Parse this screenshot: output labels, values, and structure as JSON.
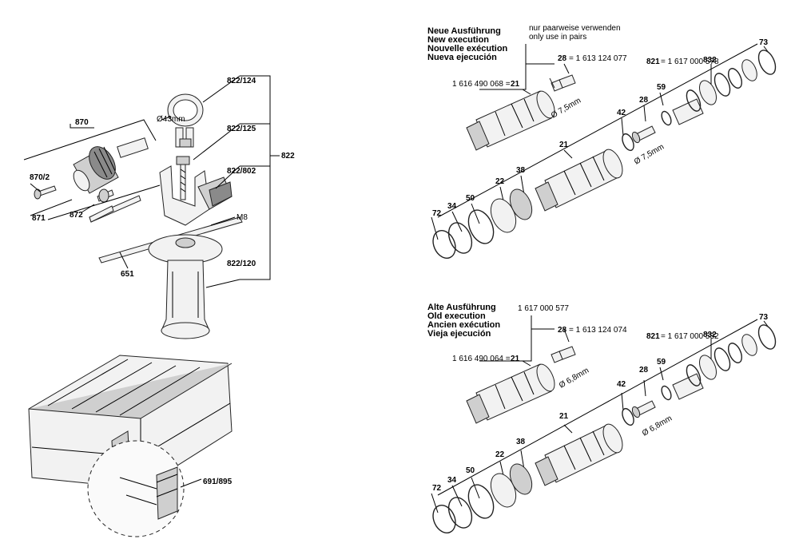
{
  "left": {
    "labels": {
      "p822_124": "822/124",
      "p822_125": "822/125",
      "p822_802": "822/802",
      "p822_120": "822/120",
      "p822": "822",
      "p870": "870",
      "p870_2": "870/2",
      "p871": "871",
      "p872": "872",
      "p651": "651",
      "m8": "M8",
      "d43": "Ø43mm",
      "p691_895": "691/895"
    }
  },
  "new_execution": {
    "heading": [
      "Neue Ausführung",
      "New execution",
      "Nouvelle exécution",
      "Nueva ejecución"
    ],
    "note": [
      "nur paarweise verwenden",
      "only use in pairs"
    ],
    "labels": {
      "p28a_num": "28",
      "p28a_ref": "= 1 613 124 077",
      "p21a_ref": "1 616 490 068 =",
      "p21a_num": "21",
      "d1": "Ø 7,5mm",
      "p821_num": "821",
      "p821_ref": "= 1 617 000 578",
      "p73": "73",
      "p832": "832",
      "p59": "59",
      "p28b": "28",
      "p42": "42",
      "d2": "Ø 7,5mm",
      "p21b": "21",
      "p38": "38",
      "p22": "22",
      "p50": "50",
      "p34": "34",
      "p72": "72"
    }
  },
  "old_execution": {
    "heading": [
      "Alte Ausführung",
      "Old execution",
      "Ancien exécution",
      "Vieja ejecución"
    ],
    "labels": {
      "top_ref": "1 617 000 577",
      "p28a_num": "28",
      "p28a_ref": "= 1 613 124 074",
      "p21a_ref": "1 616 490 064 =",
      "p21a_num": "21",
      "d1": "Ø 6,8mm",
      "p821_num": "821",
      "p821_ref": "= 1 617 000 532",
      "p73": "73",
      "p832": "832",
      "p59": "59",
      "p28b": "28",
      "p42": "42",
      "d2": "Ø 6,8mm",
      "p21b": "21",
      "p38": "38",
      "p22": "22",
      "p50": "50",
      "p34": "34",
      "p72": "72"
    }
  }
}
